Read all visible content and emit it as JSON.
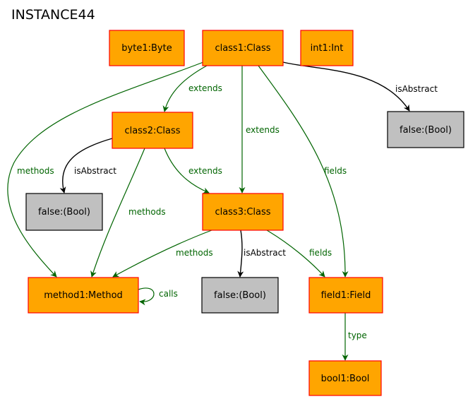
{
  "title": "INSTANCE44",
  "colors": {
    "object_fill": "#ffa500",
    "object_stroke": "#ff0000",
    "value_fill": "#c0c0c0",
    "value_stroke": "#000000",
    "green_edge": "#006400",
    "black_edge": "#000000"
  },
  "nodes": {
    "byte1": {
      "label": "byte1:Byte",
      "kind": "object"
    },
    "class1": {
      "label": "class1:Class",
      "kind": "object"
    },
    "int1": {
      "label": "int1:Int",
      "kind": "object"
    },
    "false1": {
      "label": "false:(Bool)",
      "kind": "value"
    },
    "class2": {
      "label": "class2:Class",
      "kind": "object"
    },
    "false2": {
      "label": "false:(Bool)",
      "kind": "value"
    },
    "class3": {
      "label": "class3:Class",
      "kind": "object"
    },
    "method1": {
      "label": "method1:Method",
      "kind": "object"
    },
    "false3": {
      "label": "false:(Bool)",
      "kind": "value"
    },
    "field1": {
      "label": "field1:Field",
      "kind": "object"
    },
    "bool1": {
      "label": "bool1:Bool",
      "kind": "object"
    }
  },
  "edges": {
    "c1_c2_extends": {
      "label": "extends",
      "color": "green"
    },
    "c1_c3_extends": {
      "label": "extends",
      "color": "green"
    },
    "c1_false1_isAbstract": {
      "label": "isAbstract",
      "color": "black"
    },
    "c1_field1_fields": {
      "label": "fields",
      "color": "green"
    },
    "c1_method1_methods": {
      "label": "methods",
      "color": "green"
    },
    "c2_false2_isAbstract": {
      "label": "isAbstract",
      "color": "black"
    },
    "c2_c3_extends": {
      "label": "extends",
      "color": "green"
    },
    "c2_method1_methods": {
      "label": "methods",
      "color": "green"
    },
    "c3_method1_methods": {
      "label": "methods",
      "color": "green"
    },
    "c3_false3_isAbstract": {
      "label": "isAbstract",
      "color": "black"
    },
    "c3_field1_fields": {
      "label": "fields",
      "color": "green"
    },
    "m1_m1_calls": {
      "label": "calls",
      "color": "green"
    },
    "field1_bool1_type": {
      "label": "type",
      "color": "green"
    }
  }
}
